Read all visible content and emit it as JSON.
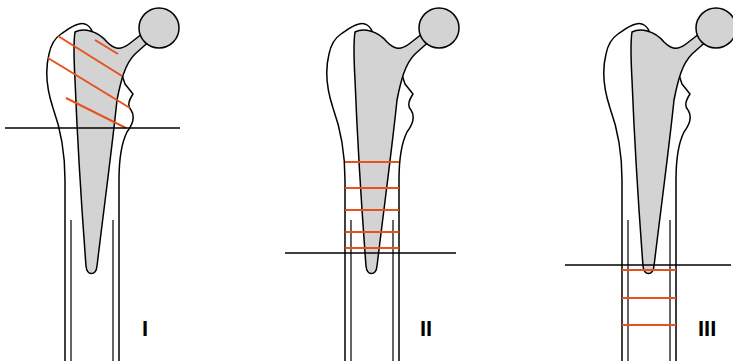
{
  "diagram": {
    "labels": [
      "I",
      "II",
      "III"
    ]
  }
}
